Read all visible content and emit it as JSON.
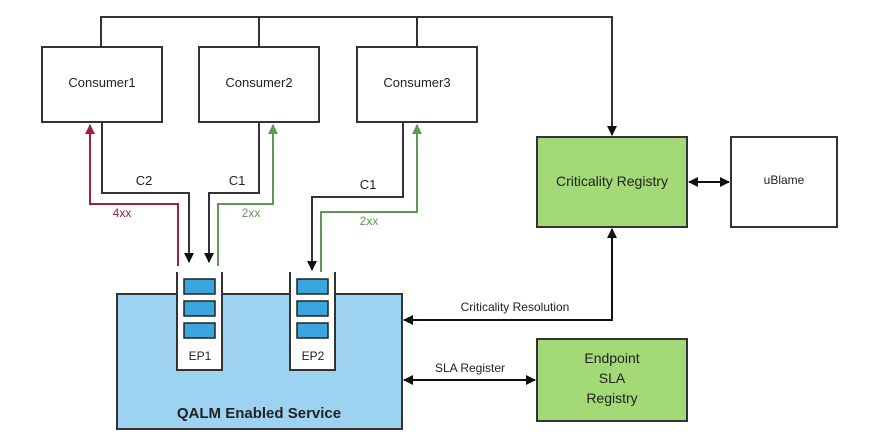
{
  "colors": {
    "line": "#333333",
    "error": "#a31d3d",
    "success": "#5a9a52",
    "registry_fill": "#a3d977",
    "service_fill": "#9dd3f1",
    "queue_slot_fill": "#3aa6dd"
  },
  "consumers": [
    {
      "label": "Consumer1"
    },
    {
      "label": "Consumer2"
    },
    {
      "label": "Consumer3"
    }
  ],
  "criticality_registry": {
    "label": "Criticality Registry"
  },
  "ublame": {
    "label": "uBlame"
  },
  "endpoint_sla_registry": {
    "lines": [
      "Endpoint",
      "SLA",
      "Registry"
    ]
  },
  "service": {
    "label": "QALM Enabled Service"
  },
  "endpoints": [
    {
      "label": "EP1"
    },
    {
      "label": "EP2"
    }
  ],
  "flows": {
    "consumer1_request": "C2",
    "consumer1_response": "4xx",
    "consumer2_request": "C1",
    "consumer2_response": "2xx",
    "consumer3_request": "C1",
    "consumer3_response": "2xx"
  },
  "connections": {
    "criticality_resolution": "Criticality Resolution",
    "sla_register": "SLA Register"
  }
}
